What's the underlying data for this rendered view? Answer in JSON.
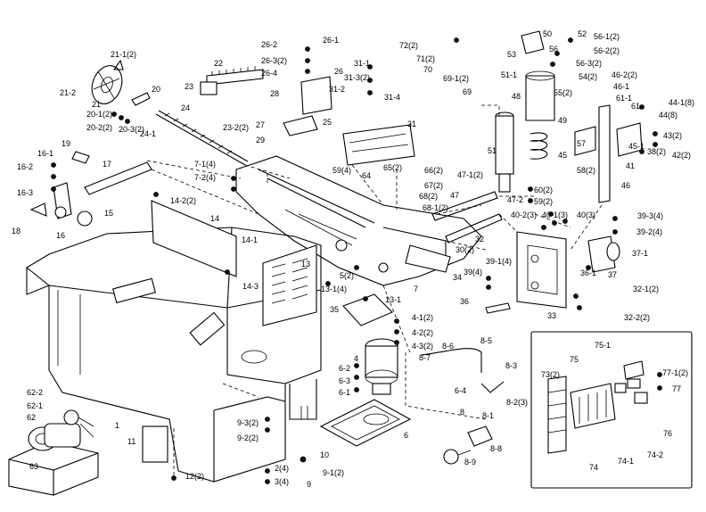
{
  "diagram": {
    "labels": [
      "21-1(2)",
      "21-2",
      "21",
      "20",
      "20-1(2)",
      "20-2(2)",
      "20-3(2)",
      "24",
      "24-1",
      "22",
      "23",
      "23-2(2)",
      "26-2",
      "26-1",
      "26-3(2)",
      "26-4",
      "26",
      "28",
      "27",
      "29",
      "25",
      "31-1",
      "31-2",
      "31-3(2)",
      "31-4",
      "31",
      "72(2)",
      "71(2)",
      "70",
      "69-1(2)",
      "69",
      "50",
      "52",
      "56-1(2)",
      "56-2(2)",
      "56-3(2)",
      "53",
      "56",
      "51-1",
      "48",
      "55(2)",
      "54(2)",
      "46-2(2)",
      "46-1",
      "61-1",
      "61",
      "44-1(8)",
      "44(8)",
      "43(2)",
      "38(2)",
      "42(2)",
      "45",
      "45-1",
      "57",
      "58(2)",
      "41",
      "46",
      "49",
      "51",
      "47-1(2)",
      "47-2",
      "60(2)",
      "59(2)",
      "16-1",
      "19",
      "16-2",
      "16-3",
      "17",
      "18",
      "16",
      "15",
      "14-2(2)",
      "14",
      "14-1",
      "14-3",
      "7-1(4)",
      "7-2(4)",
      "59(4)",
      "64",
      "65(2)",
      "66(2)",
      "67(2)",
      "68(2)",
      "68-1(2)",
      "47",
      "32",
      "30(2)",
      "34",
      "7",
      "5(2)",
      "13",
      "13-1(4)",
      "13-1",
      "35",
      "40-2(3)",
      "40-1(3)",
      "40(3)",
      "39-3(4)",
      "39-2(4)",
      "37-1",
      "36-1",
      "37",
      "39-1(4)",
      "39(4)",
      "36",
      "33",
      "32-1(2)",
      "32-2(2)",
      "4-1(2)",
      "4-2(2)",
      "4-3(2)",
      "4",
      "8-6",
      "8-7",
      "8-5",
      "8-3",
      "6-2",
      "6-3",
      "6-1",
      "6-4",
      "8",
      "8-1",
      "8-2(3)",
      "6",
      "8-8",
      "8-9",
      "62-2",
      "62-1",
      "62",
      "63",
      "1",
      "11",
      "9-3(2)",
      "9-2(2)",
      "10",
      "2(4)",
      "3(4)",
      "9",
      "9-1(2)",
      "12(2)",
      "75-1",
      "75",
      "73(2)",
      "77-1(2)",
      "77",
      "76",
      "74",
      "74-1",
      "74-2"
    ]
  }
}
